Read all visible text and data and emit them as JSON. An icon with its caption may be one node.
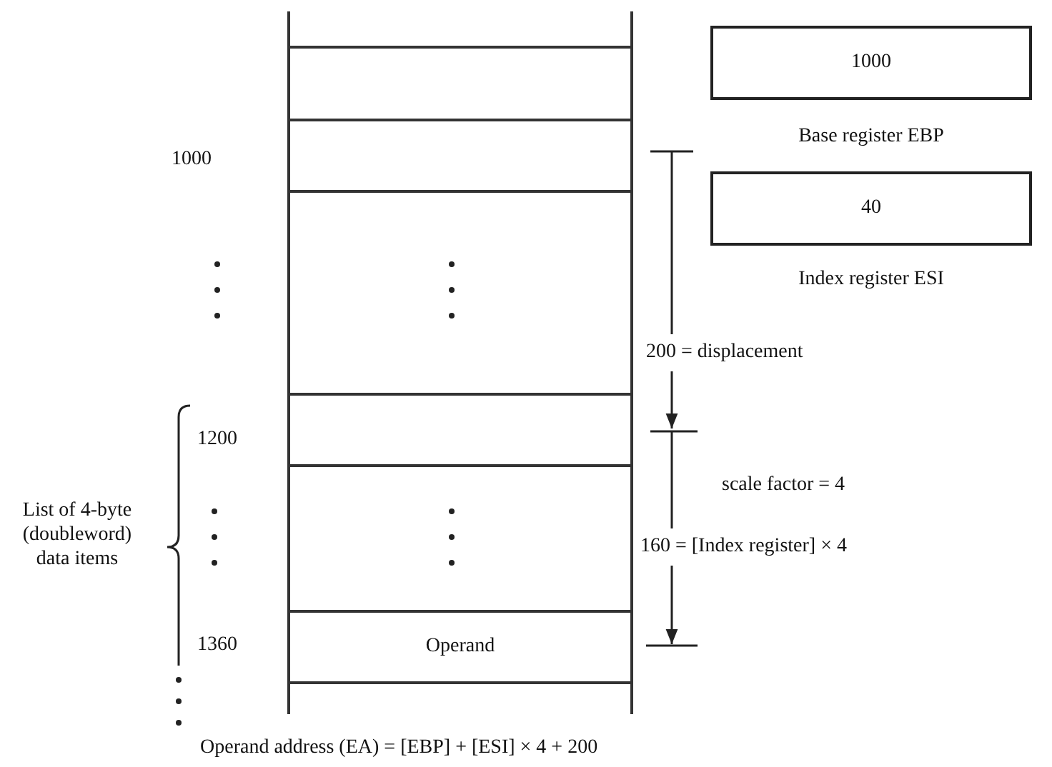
{
  "diagram": {
    "nodes": [
      {
        "text": [],
        "shape": "box"
      },
      {
        "text": [],
        "shape": "box"
      },
      {
        "text": [],
        "shape": "box"
      },
      {
        "text": [],
        "shape": "box"
      },
      {
        "text": [],
        "shape": "box"
      },
      {
        "text": [
          "Operand"
        ]
      },
      {
        "text": [
          "1000"
        ],
        "beside": [
          "Base register EBP"
        ]
      },
      {
        "text": [
          "40"
        ],
        "beside": [
          "Index register ESI"
        ]
      }
    ],
    "labels": [
      "1000",
      "200 = displacement",
      "1200",
      "scale factor = 4",
      "List of 4-byte (doubleword) data items",
      "160 = [Index register] × 4",
      "1360",
      "Operand address (EA) = [EBP] + [ESI] × 4 + 200"
    ]
  }
}
